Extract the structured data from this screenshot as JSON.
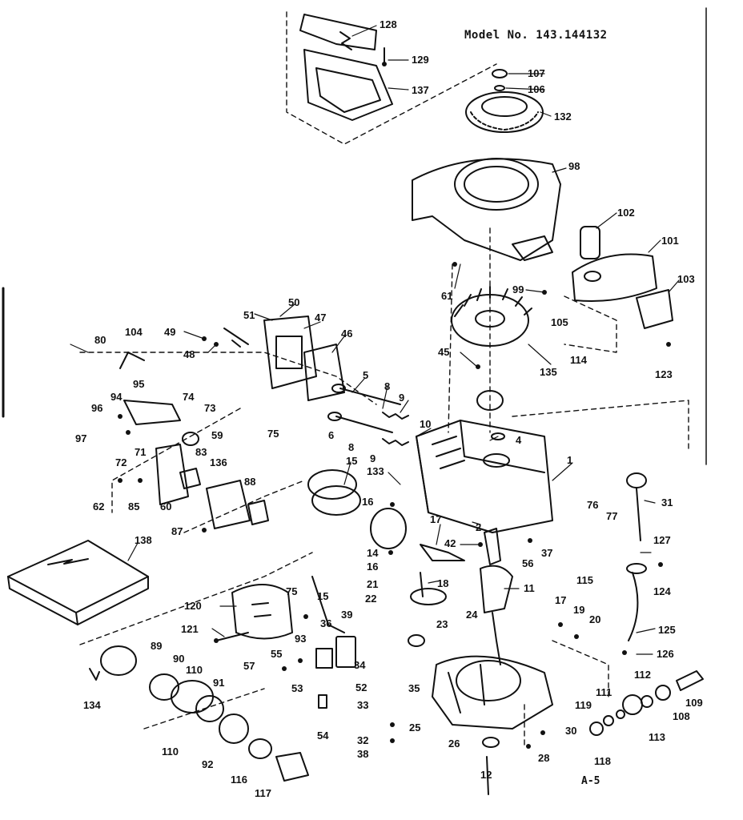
{
  "header": {
    "model_number": "Model No. 143.144132"
  },
  "footer": {
    "page_code": "A-5"
  },
  "part_callouts": [
    "1",
    "2",
    "4",
    "5",
    "6",
    "8",
    "8",
    "9",
    "9",
    "10",
    "11",
    "12",
    "14",
    "15",
    "15",
    "16",
    "16",
    "17",
    "17",
    "18",
    "19",
    "20",
    "21",
    "22",
    "23",
    "24",
    "25",
    "26",
    "28",
    "30",
    "31",
    "32",
    "33",
    "34",
    "35",
    "36",
    "37",
    "38",
    "39",
    "42",
    "45",
    "46",
    "47",
    "48",
    "49",
    "50",
    "51",
    "52",
    "53",
    "54",
    "55",
    "56",
    "57",
    "59",
    "60",
    "61",
    "62",
    "71",
    "72",
    "73",
    "74",
    "75",
    "75",
    "76",
    "77",
    "80",
    "83",
    "85",
    "87",
    "88",
    "89",
    "90",
    "91",
    "92",
    "93",
    "94",
    "95",
    "96",
    "97",
    "98",
    "99",
    "101",
    "102",
    "103",
    "104",
    "105",
    "106",
    "107",
    "108",
    "109",
    "110",
    "110",
    "111",
    "112",
    "113",
    "114",
    "115",
    "116",
    "117",
    "118",
    "119",
    "120",
    "121",
    "123",
    "124",
    "125",
    "126",
    "127",
    "128",
    "129",
    "132",
    "133",
    "134",
    "135",
    "136",
    "137",
    "138"
  ]
}
